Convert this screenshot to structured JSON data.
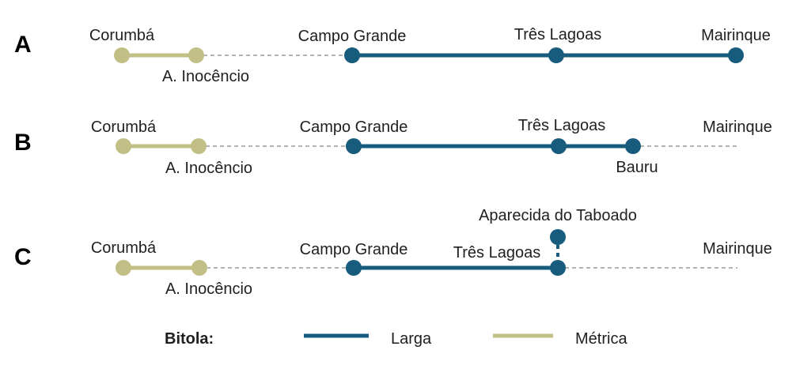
{
  "colors": {
    "broad_gauge": "#175b7d",
    "metric_gauge": "#c2bf86",
    "dashed": "#9a9a9a",
    "text": "#1f1f1f"
  },
  "scenarios": [
    {
      "letter": "A",
      "stations": {
        "corumba": "Corumbá",
        "inocencio": "A. Inocêncio",
        "campo_grande": "Campo Grande",
        "tres_lagoas": "Três Lagoas",
        "mairinque": "Mairinque"
      }
    },
    {
      "letter": "B",
      "stations": {
        "corumba": "Corumbá",
        "inocencio": "A. Inocêncio",
        "campo_grande": "Campo Grande",
        "tres_lagoas": "Três Lagoas",
        "bauru": "Bauru",
        "mairinque": "Mairinque"
      }
    },
    {
      "letter": "C",
      "stations": {
        "corumba": "Corumbá",
        "inocencio": "A. Inocêncio",
        "campo_grande": "Campo Grande",
        "tres_lagoas": "Três Lagoas",
        "aparecida": "Aparecida do Taboado",
        "mairinque": "Mairinque"
      }
    }
  ],
  "legend": {
    "title": "Bitola:",
    "broad": "Larga",
    "metric": "Métrica"
  }
}
